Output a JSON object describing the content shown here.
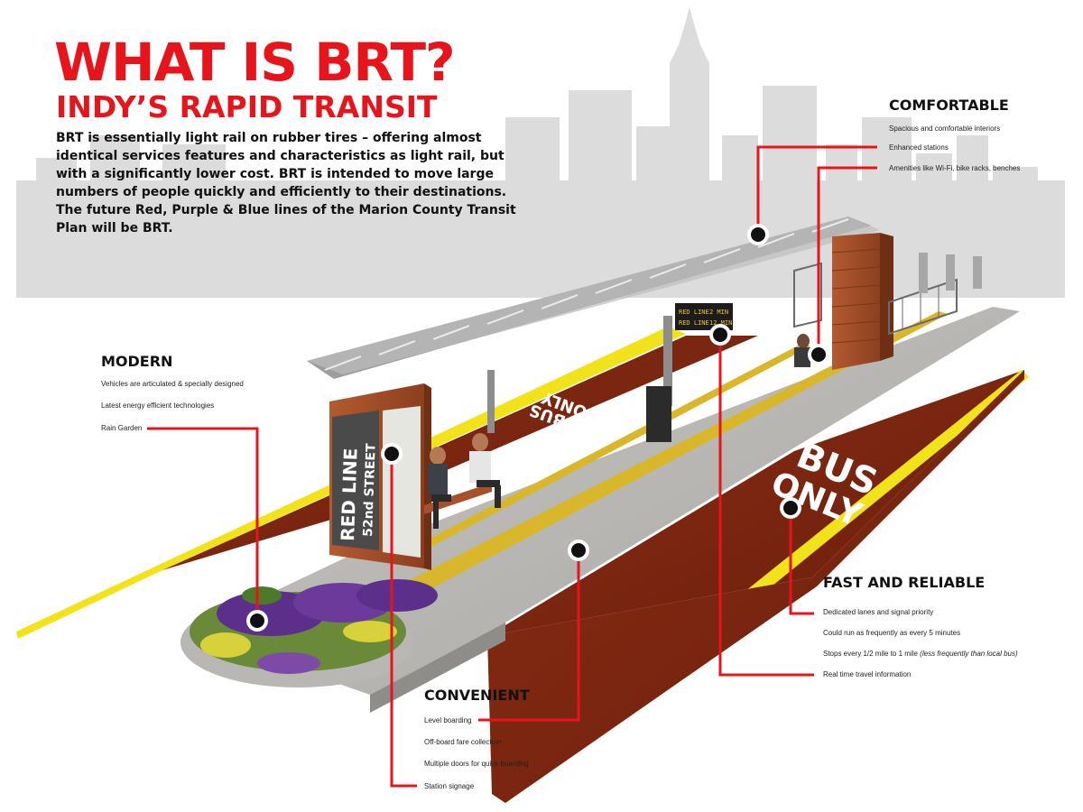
{
  "header": {
    "title": "WHAT IS BRT?",
    "subtitle": "INDY’S RAPID TRANSIT",
    "intro": "BRT is essentially light rail on rubber tires – offering almost identical services features and characteristics as light rail, but with a significantly lower cost. BRT is intended to move large numbers of people quickly and efficiently to their destinations.  The future Red, Purple & Blue lines of the Marion County Transit Plan will be BRT."
  },
  "sections": {
    "comfortable": {
      "title": "COMFORTABLE",
      "items": [
        "Spacious and comfortable interiors",
        "Enhanced stations",
        "Amenities like Wi-Fi, bike racks, benches"
      ]
    },
    "modern": {
      "title": "MODERN",
      "items": [
        "Vehicles are articulated & specially designed",
        "Latest energy efficient technologies",
        "Rain Garden"
      ]
    },
    "fast_reliable": {
      "title": "FAST AND RELIABLE",
      "items": [
        "Dedicated lanes and signal priority",
        "Could run as frequently as every 5 minutes",
        "Stops every 1/2 mile to 1 mile",
        "Real time travel information"
      ],
      "stops_note": "(less frequently than local bus)"
    },
    "convenient": {
      "title": "CONVENIENT",
      "items": [
        "Level boarding",
        "Off-board fare collection",
        "Multiple doors for quick boarding",
        "Station signage"
      ]
    }
  },
  "scene": {
    "sign_line": "RED LINE",
    "sign_street": "52nd STREET",
    "lane_marking_1": "BUS",
    "lane_marking_2": "ONLY",
    "display_row_1_line": "RED LINE",
    "display_row_1_time": "2 MIN",
    "display_row_2_line": "RED LINE",
    "display_row_2_time": "12 MIN"
  },
  "colors": {
    "accent_red": "#e8141b",
    "lane_red": "#7a2410",
    "skyline_gray": "#d9d9d9",
    "tactile_yellow": "#d8b82a",
    "lane_stripe_yellow": "#f2e21a",
    "wood": "#a8502c"
  }
}
